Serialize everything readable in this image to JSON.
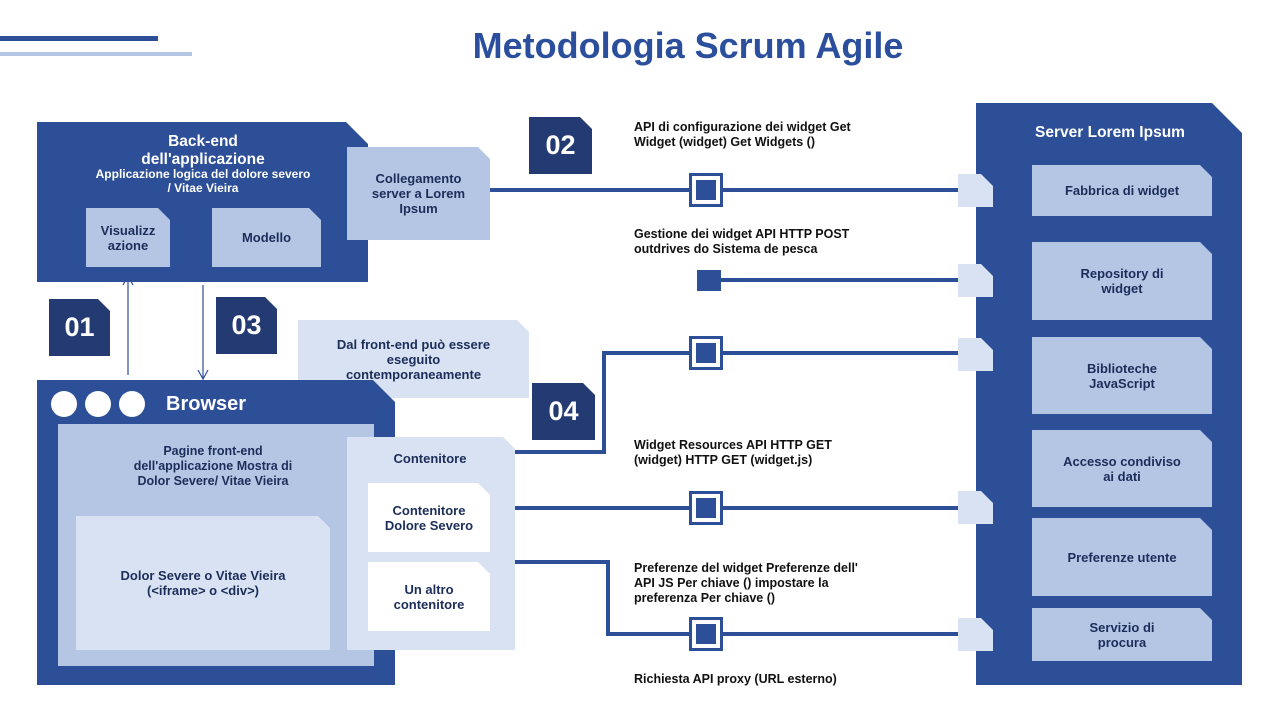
{
  "title": "Metodologia Scrum Agile",
  "colors": {
    "dark": "#2c4f98",
    "light": "#b4c6e4",
    "pale": "#d9e2f2",
    "navy": "#243a72",
    "line": "#2c4f98"
  },
  "backend": {
    "title": "Back-end dell'applicazione",
    "subtitle": "Applicazione logica del dolore severo / Vitae Vieira",
    "view": "Visualizz azione",
    "model": "Modello",
    "link": "Collegamento server a Lorem Ipsum"
  },
  "badges": {
    "b01": "01",
    "b02": "02",
    "b03": "03",
    "b04": "04"
  },
  "note": "Dal front-end può essere eseguito contemporaneamente",
  "browser": {
    "title": "Browser",
    "pages": "Pagine front-end dell'applicazione Mostra di Dolor Severe/ Vitae Vieira",
    "frame": "Dolor Severe o Vitae Vieira (<iframe> o <div>)",
    "container": "Contenitore",
    "container1": "Contenitore Dolore Severo",
    "container2": "Un altro contenitore"
  },
  "apis": {
    "api1": "API di configurazione dei widget Get Widget (widget) Get Widgets ()",
    "api2": "Gestione dei widget API HTTP POST outdrives do Sistema de pesca",
    "api3": "Widget Resources API HTTP GET (widget) HTTP GET (widget.js)",
    "api4": "Preferenze del widget Preferenze dell' API JS Per chiave () impostare la preferenza Per chiave ()",
    "api5": "Richiesta API proxy (URL esterno)"
  },
  "server": {
    "title": "Server Lorem Ipsum",
    "items": [
      "Fabbrica di widget",
      "Repository di widget",
      "Biblioteche JavaScript",
      "Accesso condiviso ai dati",
      "Preferenze utente",
      "Servizio di procura"
    ]
  }
}
